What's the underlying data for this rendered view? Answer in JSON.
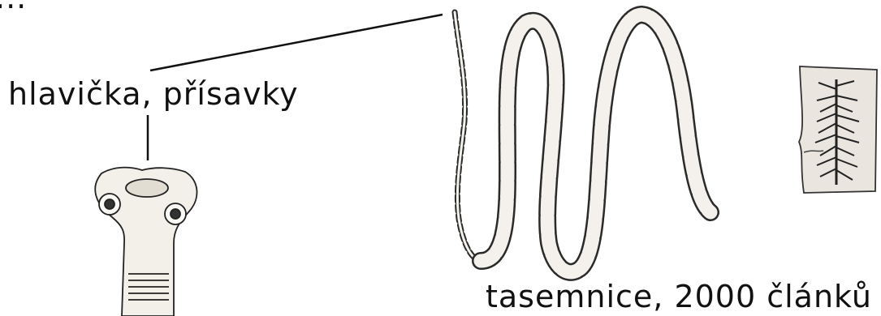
{
  "labels": {
    "top_cut": "...",
    "head": "hlavička, přísavky",
    "tapeworm": "tasemnice, 2000 článků"
  },
  "illustrations": {
    "scolex": "tapeworm-head-drawing",
    "strobila": "tapeworm-body-drawing",
    "proglottid": "single-segment-drawing"
  },
  "colors": {
    "ink": "#1a1a1a",
    "segment_fill": "#f4f1ec",
    "segment_shade": "#d8d2c8"
  }
}
